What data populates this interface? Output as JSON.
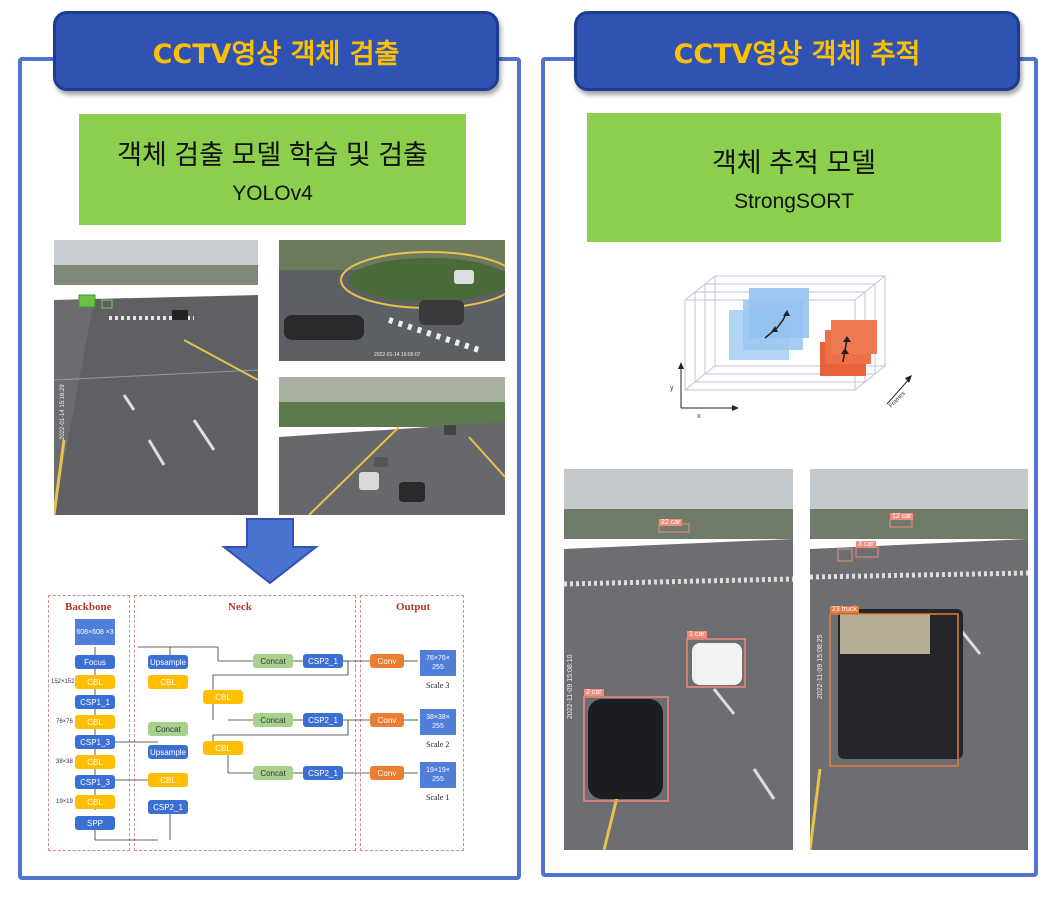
{
  "left": {
    "tab_title": "CCTV영상 객체 검출",
    "model_title": "객체 검출 모델 학습 및 검출",
    "model_name": "YOLOv4",
    "cam_timestamp_1": "2022-01-14 15:16:29",
    "cam_timestamp_2": "2022-01-14 16:06:07",
    "network": {
      "sections": [
        "Backbone",
        "Neck",
        "Output"
      ],
      "backbone_blocks": [
        "608×608 ×3",
        "Focus",
        "CBL",
        "CSP1_1",
        "CBL",
        "CSP1_3",
        "CBL",
        "CSP1_3",
        "CBL",
        "SPP"
      ],
      "backbone_sizes": [
        "152×152",
        "76×76",
        "38×38",
        "19×19"
      ],
      "neck_blocks": [
        "Upsample",
        "CBL",
        "CBL",
        "Concat",
        "Upsample",
        "CBL",
        "CSP2_1",
        "CBL",
        "Concat",
        "Concat",
        "Concat",
        "CSP2_1",
        "CSP2_1",
        "CSP2_1"
      ],
      "output_conv": "Conv",
      "outputs": [
        {
          "dims": "76×76× 255",
          "scale": "Scale 3"
        },
        {
          "dims": "38×38× 255",
          "scale": "Scale 2"
        },
        {
          "dims": "19×19× 255",
          "scale": "Scale 1"
        }
      ]
    }
  },
  "right": {
    "tab_title": "CCTV영상 객체 추적",
    "model_title": "객체 추적 모델",
    "model_name": "StrongSORT",
    "axis_y": "y",
    "axis_x": "x",
    "axis_frames": "Frames",
    "labels": [
      "1 car",
      "2 car",
      "3 car",
      "22 car",
      "23 truck",
      "12 car"
    ],
    "cam_timestamp_1": "2022-11-09 15:08:10",
    "cam_timestamp_2": "2022-11-09 15:08:25"
  },
  "colors": {
    "panel_border": "#4f73cf",
    "tab_bg": "#2f52b3",
    "tab_text": "#ffc000",
    "green_box": "#8ccf4d"
  }
}
